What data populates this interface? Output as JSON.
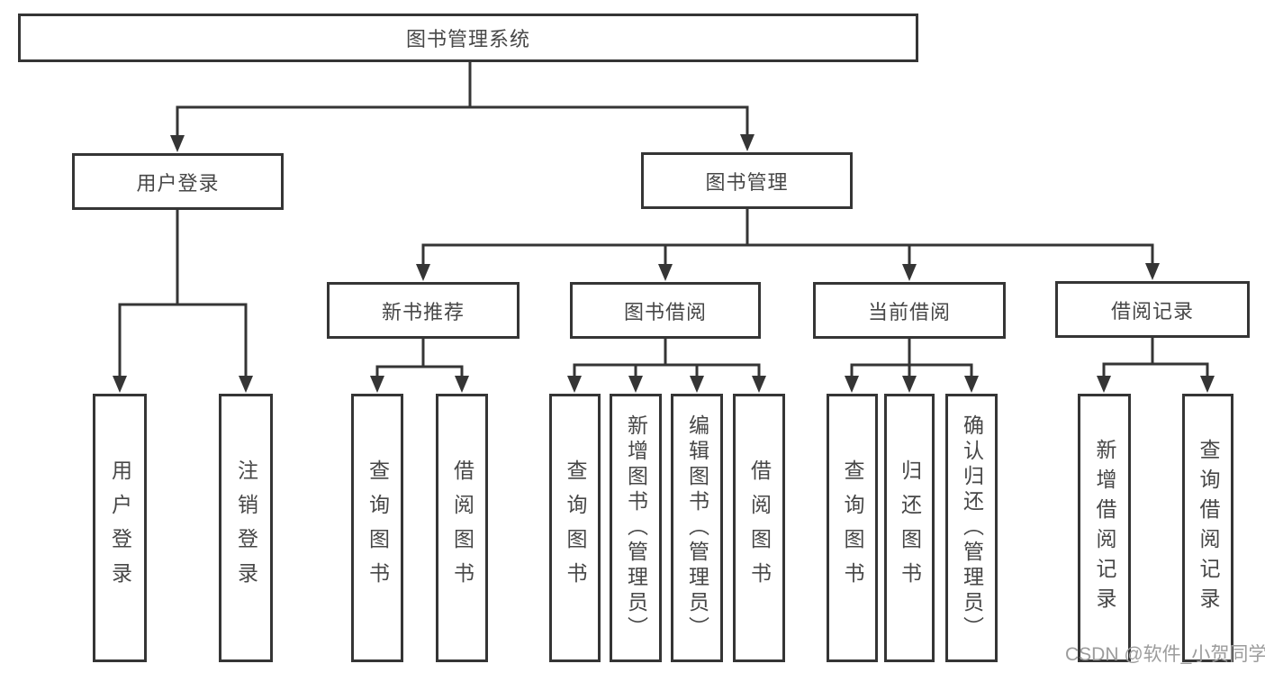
{
  "diagram": {
    "root": {
      "label": "图书管理系统"
    },
    "level2": [
      {
        "label": "用户登录"
      },
      {
        "label": "图书管理"
      }
    ],
    "level3": [
      {
        "label": "新书推荐"
      },
      {
        "label": "图书借阅"
      },
      {
        "label": "当前借阅"
      },
      {
        "label": "借阅记录"
      }
    ],
    "leaves": [
      {
        "label": "用户登录"
      },
      {
        "label": "注销登录"
      },
      {
        "label": "查询图书"
      },
      {
        "label": "借阅图书"
      },
      {
        "label": "查询图书"
      },
      {
        "label": "新增图书（管理员）"
      },
      {
        "label": "编辑图书（管理员）"
      },
      {
        "label": "借阅图书"
      },
      {
        "label": "查询图书"
      },
      {
        "label": "归还图书"
      },
      {
        "label": "确认归还（管理员）"
      },
      {
        "label": "新增借阅记录"
      },
      {
        "label": "查询借阅记录"
      }
    ],
    "colors": {
      "line": "#353535",
      "border": "#353535",
      "text": "#474747",
      "watermark": "#9c9c9c",
      "background": "#ffffff"
    },
    "watermark": "CSDN @软件_小贺同学"
  }
}
